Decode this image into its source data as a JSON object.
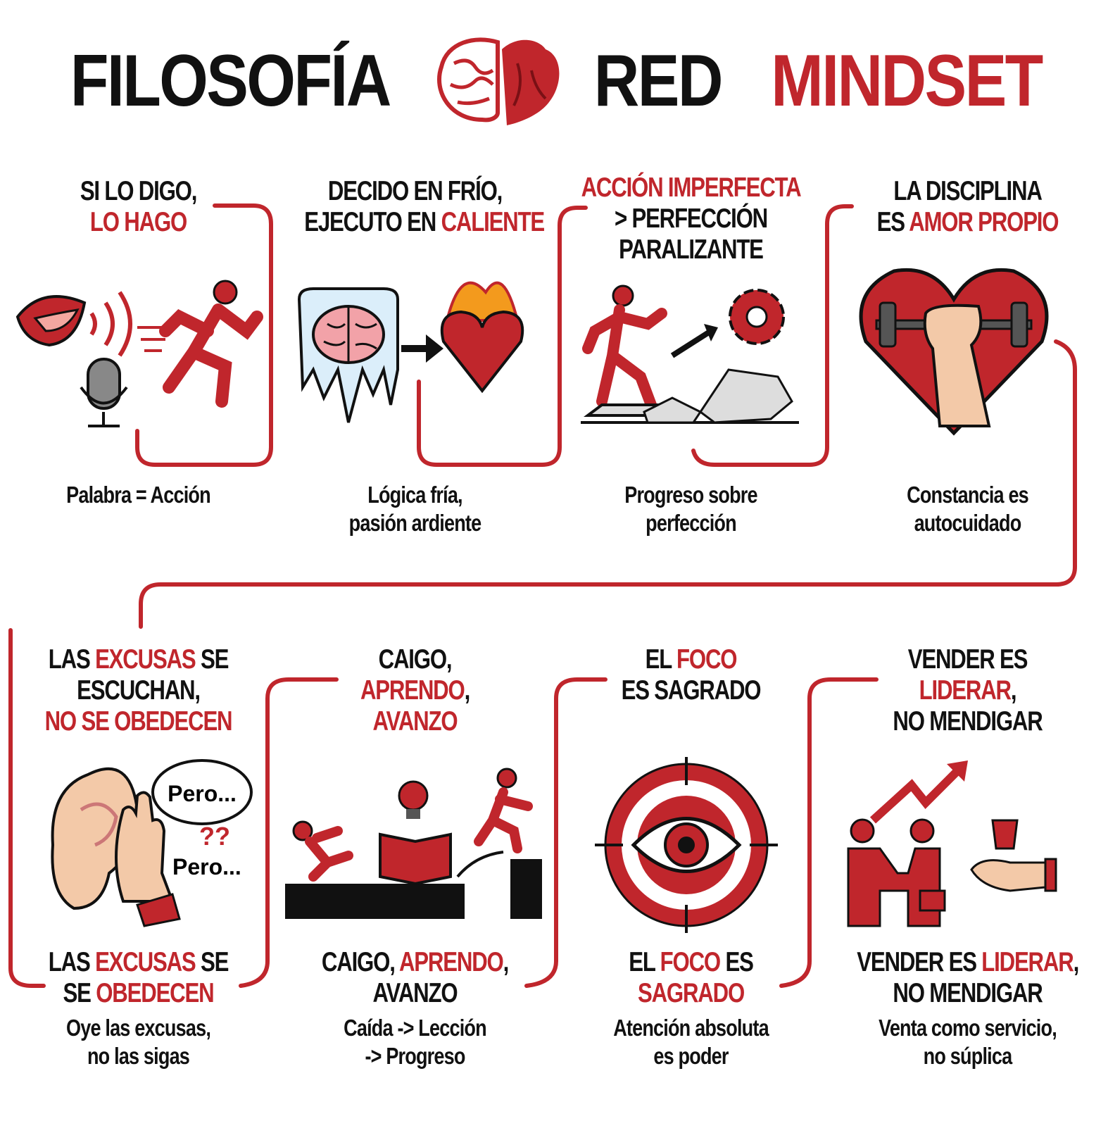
{
  "title": {
    "part1": "FILOSOFÍA",
    "part2": "RED",
    "part3": "MINDSET",
    "logo_icon": "brain-heart-icon"
  },
  "colors": {
    "accent": "#c0262c",
    "text": "#111111"
  },
  "rows": [
    [
      {
        "head": [
          [
            {
              "t": "SI LO DIGO,",
              "r": false
            }
          ],
          [
            {
              "t": "LO HAGO",
              "r": true
            }
          ]
        ],
        "cap": [
          "Palabra = Acción"
        ],
        "icon": "mouth-speaking-runner-icon"
      },
      {
        "head": [
          [
            {
              "t": "DECIDO EN FRÍO,",
              "r": false
            }
          ],
          [
            {
              "t": "EJECUTO EN ",
              "r": false
            },
            {
              "t": "CALIENTE",
              "r": true
            }
          ]
        ],
        "cap": [
          "Lógica fría,",
          "pasión ardiente"
        ],
        "icon": "frozen-brain-burning-heart-icon"
      },
      {
        "head": [
          [
            {
              "t": "ACCIÓN IMPERFECTA",
              "r": true
            }
          ],
          [
            {
              "t": "> PERFECCIÓN",
              "r": false
            }
          ],
          [
            {
              "t": "PARALIZANTE",
              "r": false
            }
          ]
        ],
        "cap": [
          "Progreso sobre",
          "perfección"
        ],
        "icon": "walker-gear-broken-statue-icon"
      },
      {
        "head": [
          [
            {
              "t": "LA DISCIPLINA",
              "r": false
            }
          ],
          [
            {
              "t": "ES ",
              "r": false
            },
            {
              "t": "AMOR PROPIO",
              "r": true
            }
          ]
        ],
        "cap": [
          "Constancia es",
          "autocuidado"
        ],
        "icon": "heart-dumbbell-icon"
      }
    ],
    [
      {
        "head": [
          [
            {
              "t": "LAS ",
              "r": false
            },
            {
              "t": "EXCUSAS",
              "r": true
            },
            {
              "t": " SE",
              "r": false
            }
          ],
          [
            {
              "t": "ESCUCHAN,",
              "r": false
            }
          ],
          [
            {
              "t": "NO SE OBEDECEN",
              "r": true
            }
          ]
        ],
        "bottom": [
          [
            {
              "t": "LAS ",
              "r": false
            },
            {
              "t": "EXCUSAS",
              "r": true
            },
            {
              "t": " SE",
              "r": false
            }
          ],
          [
            {
              "t": "SE ",
              "r": false
            },
            {
              "t": "OBEDECEN",
              "r": true
            }
          ]
        ],
        "cap": [
          "Oye las excusas,",
          "no las sigas"
        ],
        "icon": "ear-hand-icon",
        "bubble1": "Pero...",
        "bubble2": "Pero...",
        "marks": "??"
      },
      {
        "head": [
          [
            {
              "t": "CAIGO,",
              "r": false
            }
          ],
          [
            {
              "t": "APRENDO",
              "r": true
            },
            {
              "t": ",",
              "r": false
            }
          ],
          [
            {
              "t": "AVANZO",
              "r": true
            }
          ]
        ],
        "bottom": [
          [
            {
              "t": "CAIGO, ",
              "r": false
            },
            {
              "t": "APRENDO",
              "r": true
            },
            {
              "t": ",",
              "r": false
            }
          ],
          [
            {
              "t": "AVANZO",
              "r": false
            }
          ]
        ],
        "cap": [
          "Caída -> Lección",
          "-> Progreso"
        ],
        "icon": "fall-learn-advance-icon"
      },
      {
        "head": [
          [
            {
              "t": "EL ",
              "r": false
            },
            {
              "t": "FOCO",
              "r": true
            }
          ],
          [
            {
              "t": "ES SAGRADO",
              "r": false
            }
          ]
        ],
        "bottom": [
          [
            {
              "t": "EL ",
              "r": false
            },
            {
              "t": "FOCO",
              "r": true
            },
            {
              "t": " ES",
              "r": false
            }
          ],
          [
            {
              "t": "SAGRADO",
              "r": true
            }
          ]
        ],
        "cap": [
          "Atención absoluta",
          "es poder"
        ],
        "icon": "target-eye-icon"
      },
      {
        "head": [
          [
            {
              "t": "VENDER ES",
              "r": false
            }
          ],
          [
            {
              "t": "LIDERAR",
              "r": true
            },
            {
              "t": ",",
              "r": false
            }
          ],
          [
            {
              "t": "NO MENDIGAR",
              "r": false
            }
          ]
        ],
        "bottom": [
          [
            {
              "t": "VENDER ES ",
              "r": false
            },
            {
              "t": "LIDERAR",
              "r": true
            },
            {
              "t": ",",
              "r": false
            }
          ],
          [
            {
              "t": "NO MENDIGAR",
              "r": false
            }
          ]
        ],
        "cap": [
          "Venta como servicio,",
          "no súplica"
        ],
        "icon": "handshake-growth-icon"
      }
    ]
  ]
}
